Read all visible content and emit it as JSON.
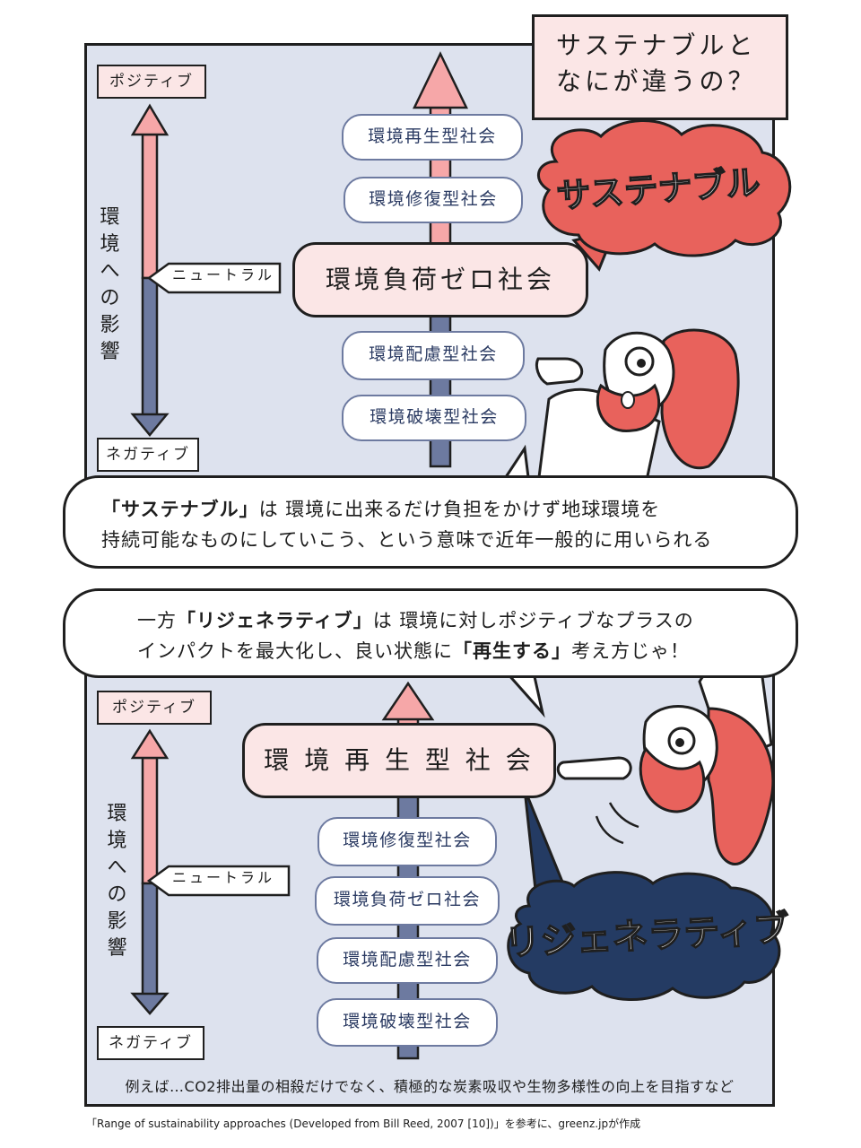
{
  "title": {
    "line1": "サステナブルと",
    "line2": "なにが違うの？"
  },
  "axis": {
    "positive": "ポジティブ",
    "negative": "ネガティブ",
    "neutral": "ニュートラル",
    "label": "環\n境\nへ\nの\n影\n響"
  },
  "top_diagram": {
    "levels": [
      "環境再生型社会",
      "環境修復型社会",
      "環境負荷ゼロ社会",
      "環境配慮型社会",
      "環境破壊型社会"
    ],
    "shout": "サステナブル"
  },
  "bubble_sustainable": {
    "keyword": "「サステナブル」",
    "line1_rest": "は 環境に出来るだけ負担をかけず地球環境を",
    "line2": "持続可能なものにしていこう、という意味で近年一般的に用いられる"
  },
  "bubble_regenerative": {
    "prefix": "一方",
    "keyword": "「リジェネラティブ」",
    "line1_rest": "は 環境に対しポジティブなプラスの",
    "line2_start": "インパクトを最大化し、良い状態に",
    "highlight": "「再生する」",
    "line2_end": "考え方じゃ！"
  },
  "bottom_diagram": {
    "levels": [
      "環 境 再 生 型 社 会",
      "環境修復型社会",
      "環境負荷ゼロ社会",
      "環境配慮型社会",
      "環境破壊型社会"
    ],
    "shout": "リジェネラティブ"
  },
  "note": "例えば…CO2排出量の相殺だけでなく、積極的な炭素吸収や生物多様性の向上を目指すなど",
  "credit": "「Range of sustainability approaches (Developed from Bill Reed, 2007 [10])」を参考に、greenz.jpが作成",
  "colors": {
    "panel_bg": "#dde2ee",
    "positive_pink": "#f6a7a8",
    "negative_blue": "#6d7aa0",
    "character_red": "#e8625c",
    "regenerative_navy": "#243b63",
    "light_pink": "#fbe6e6"
  },
  "icons": [
    "up-arrow-icon",
    "double-arrow-icon",
    "speech-tail-icon",
    "professor-character"
  ]
}
